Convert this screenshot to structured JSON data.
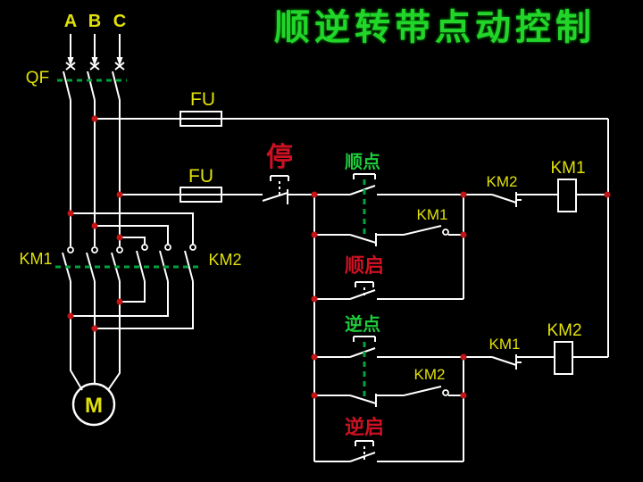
{
  "title": "顺逆转带点动控制",
  "colors": {
    "background": "#000000",
    "wire": "#ffffff",
    "label_yellow": "#e0e00a",
    "label_green": "#1ecb3c",
    "label_red": "#cc1122",
    "title_green": "#23d52b",
    "junction_red": "#c41414",
    "linkage_green": "#00a339"
  },
  "power_section": {
    "phase_labels": [
      "A",
      "B",
      "C"
    ],
    "breaker_label": "QF",
    "fuse_main_label": "FU",
    "fuse_control_label": "FU",
    "km1_main_label": "KM1",
    "km2_main_label": "KM2",
    "motor_label": "M"
  },
  "control_section": {
    "stop_label": "停",
    "jog_forward_label": "顺点",
    "km1_selfhold_label": "KM1",
    "start_forward_label": "顺启",
    "jog_reverse_label": "逆点",
    "km2_selfhold_label": "KM2",
    "start_reverse_label": "逆启",
    "km2_interlock_label": "KM2",
    "km1_coil_label": "KM1",
    "km1_interlock_label": "KM1",
    "km2_coil_label": "KM2"
  }
}
